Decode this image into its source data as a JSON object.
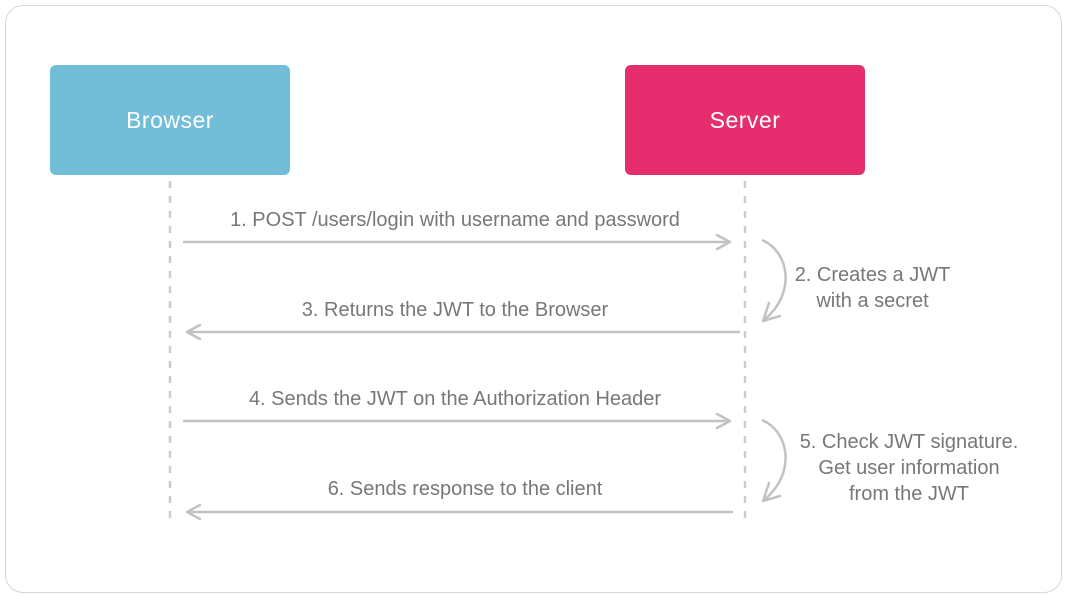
{
  "colors": {
    "background": "#ffffff",
    "card_border": "#d7d7d7",
    "browser_box": "#72bdd8",
    "server_box": "#e62e6e",
    "box_text": "#ffffff",
    "label_text": "#777777",
    "arrow": "#c2c2c2",
    "lifeline": "#cccccc"
  },
  "actors": [
    {
      "id": "browser",
      "label": "Browser"
    },
    {
      "id": "server",
      "label": "Server"
    }
  ],
  "messages": [
    {
      "num": "1",
      "label": "1. POST /users/login with username and password",
      "from": "browser",
      "to": "server",
      "direction": "right"
    },
    {
      "num": "3",
      "label": "3. Returns the JWT to the Browser",
      "from": "server",
      "to": "browser",
      "direction": "left"
    },
    {
      "num": "4",
      "label": "4. Sends the JWT on the Authorization Header",
      "from": "browser",
      "to": "server",
      "direction": "right"
    },
    {
      "num": "6",
      "label": "6. Sends response to the client",
      "from": "server",
      "to": "browser",
      "direction": "left"
    }
  ],
  "self_notes": [
    {
      "num": "2",
      "actor": "server",
      "lines": [
        "2. Creates a JWT",
        "with a secret"
      ]
    },
    {
      "num": "5",
      "actor": "server",
      "lines": [
        "5. Check JWT signature.",
        "Get user information",
        "from the JWT"
      ]
    }
  ]
}
